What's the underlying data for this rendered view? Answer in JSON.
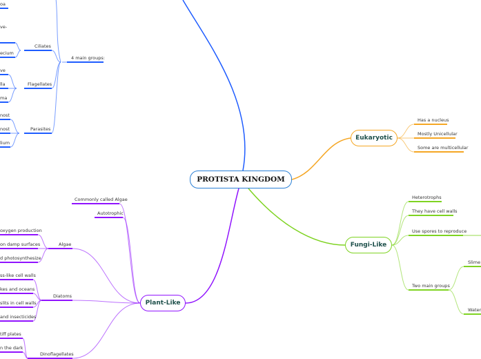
{
  "colors": {
    "central": "#2a7fd5",
    "eukaryotic": "#f5a623",
    "fungi": "#7ed321",
    "plant": "#9013fe",
    "animal": "#1e5cff"
  },
  "central": "PROTISTA KINGDOM",
  "eukaryotic": {
    "title": "Eukaryotic",
    "items": [
      "Has a nucleus",
      "Mostly Unicellular",
      "Some are multicellular"
    ]
  },
  "fungi": {
    "title": "Fungi-Like",
    "items": [
      "Heterotrophs",
      "They have cell walls",
      "Use spores to reproduce",
      "Two main groups"
    ],
    "groups": [
      "Slime M",
      "Water"
    ]
  },
  "plant": {
    "title": "Plant-Like",
    "items": [
      "Commonly called Algae",
      "Autotrophic"
    ],
    "groups": [
      "Algae",
      "Diatoms",
      "Dinoflagellates"
    ],
    "algae": [
      "oxygen production",
      "on damp surfaces",
      "d photosynthesize"
    ],
    "diatoms": [
      "ss-like cell walls",
      "kes and oceans",
      "slits in cell walls",
      "and insecticides"
    ],
    "dinoflagellates": [
      "tiff plates",
      "n the dark"
    ]
  },
  "animal": {
    "main": "4 main groups:",
    "groups": [
      "Ciliates",
      "Flagellates",
      "Parasites"
    ],
    "top": [
      "oa",
      "ve-"
    ],
    "ciliates": [
      "ecium"
    ],
    "flagellates": [
      "ve",
      "lla",
      "ma"
    ],
    "parasites": [
      "nost",
      "nost",
      "lium"
    ]
  }
}
